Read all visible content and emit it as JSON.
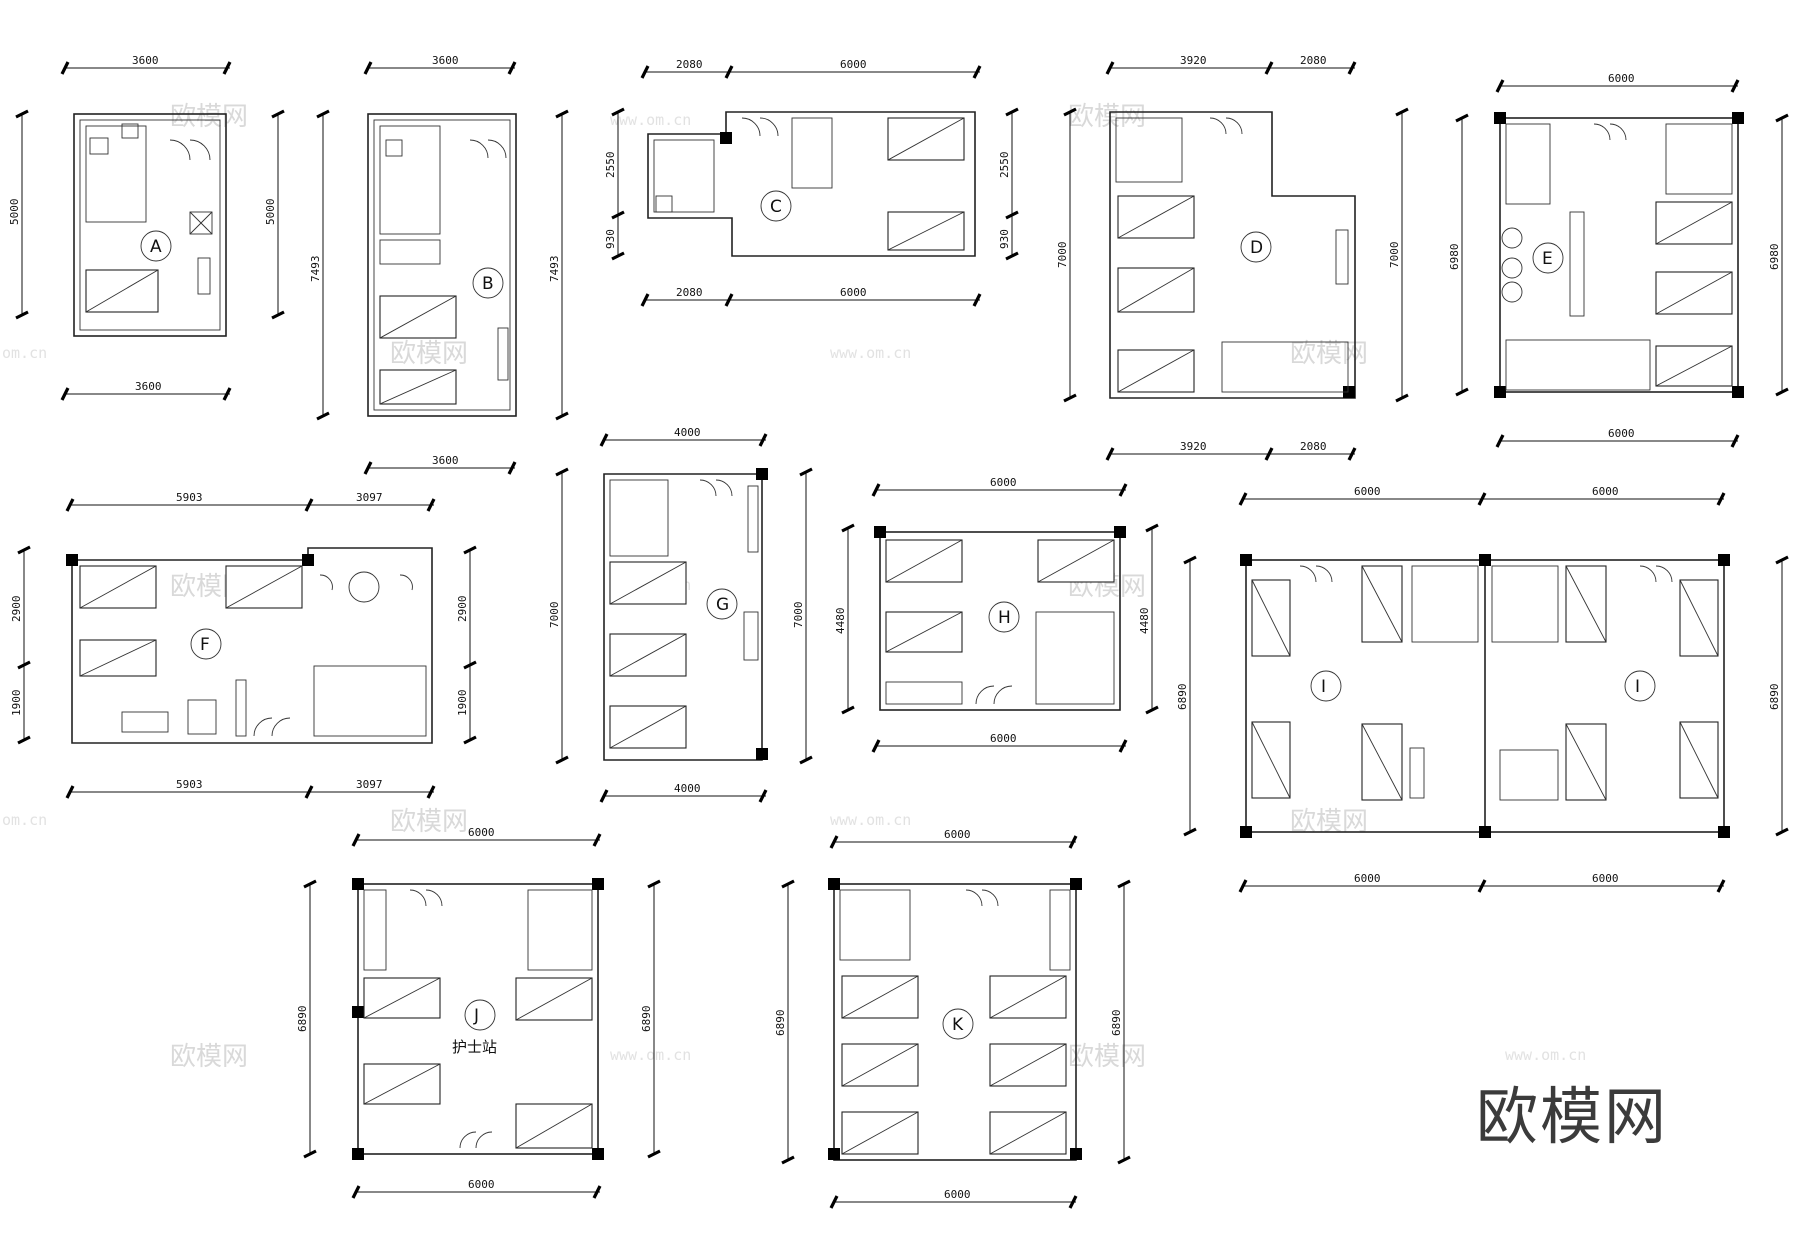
{
  "plans": [
    {
      "id": "plan-a",
      "label": "A",
      "top": "3600",
      "bottom": "3600",
      "left": "5000",
      "right": "5000"
    },
    {
      "id": "plan-b",
      "label": "B",
      "top": "3600",
      "bottom": "3600",
      "left": "7493",
      "right": "7493"
    },
    {
      "id": "plan-c",
      "label": "C",
      "top": [
        "2080",
        "6000"
      ],
      "bottom": [
        "2080",
        "6000"
      ],
      "left": [
        "2550",
        "930"
      ],
      "right": [
        "2550",
        "930"
      ]
    },
    {
      "id": "plan-d",
      "label": "D",
      "top": [
        "3920",
        "2080"
      ],
      "bottom": [
        "3920",
        "2080"
      ],
      "left": "7000",
      "right": "7000"
    },
    {
      "id": "plan-e",
      "label": "E",
      "top": "6000",
      "bottom": "6000",
      "left": "6980",
      "right": "6980"
    },
    {
      "id": "plan-f",
      "label": "F",
      "top": [
        "5903",
        "3097"
      ],
      "bottom": [
        "5903",
        "3097"
      ],
      "left": [
        "2900",
        "1900"
      ],
      "right": [
        "2900",
        "1900"
      ]
    },
    {
      "id": "plan-g",
      "label": "G",
      "top": "4000",
      "bottom": "4000",
      "left": "7000",
      "right": "7000"
    },
    {
      "id": "plan-h",
      "label": "H",
      "top": "6000",
      "bottom": "6000",
      "left": "4480",
      "right": "4480"
    },
    {
      "id": "plan-i",
      "label": "I",
      "top": [
        "6000",
        "6000"
      ],
      "bottom": [
        "6000",
        "6000"
      ],
      "left": "6890",
      "right": "6890"
    },
    {
      "id": "plan-j",
      "label": "J",
      "top": "6000",
      "bottom": "6000",
      "left": "6890",
      "right": "6890",
      "room_text": "护士站"
    },
    {
      "id": "plan-k",
      "label": "K",
      "top": "6000",
      "bottom": "6000",
      "left": "6890",
      "right": "6890"
    }
  ],
  "watermark": {
    "text": "欧模网",
    "url": "www.om.cn",
    "url_cut": "om.cn"
  },
  "logo": "欧模网",
  "colors": {
    "line": "#222222",
    "watermark": "#d9d9d9",
    "logo": "#3b3b3b"
  }
}
